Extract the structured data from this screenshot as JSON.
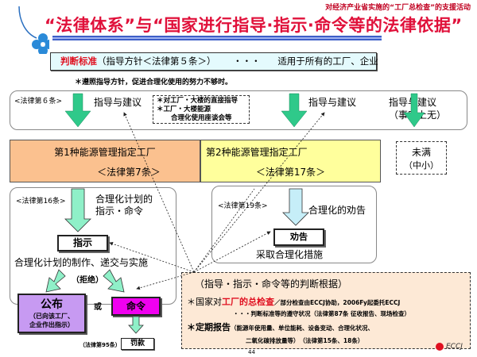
{
  "header": {
    "caption": "对经济产业省实施的“工厂总检查”的支援活动",
    "title": "“法律体系”与“国家进行指导·指示·命令等的法律依据”",
    "logo_icon": "clover-icon"
  },
  "criteria": {
    "label_red": "判断标准",
    "label_rest": "（指导方针＜法律第５条＞）",
    "dots": "・・・",
    "scope": "适用于所有的工厂、企业"
  },
  "note": "＊遵照指导方针，促进合理化使用的努力不够时。",
  "guidance_row": {
    "law": "<法律第６条>",
    "item1": "指导与建议",
    "examples": [
      "＊对工厂・大楼的直接指导",
      "＊工厂・大楼能源",
      "合理化使用座谈会等"
    ],
    "item2": "指导与建议",
    "item3_line1": "指导与建议",
    "item3_line2": "（事实上无）"
  },
  "tiers": {
    "tier1_name": "第1种能源管理指定工厂",
    "tier1_law": "＜法律第7条＞",
    "tier2_name": "第2种能源管理指定工厂",
    "tier2_law": "＜法律第17条＞",
    "tier3_line1": "未满",
    "tier3_line2": "（中小）"
  },
  "tier1_flow": {
    "law": "<法律第16条>",
    "instruction_label_1": "合理化计划的",
    "instruction_label_2": "指示・命令",
    "instruction_box": "指示",
    "plan_text": "合理化计划的制作、递交与实施",
    "refuse": "（拒绝）",
    "publish": "公布",
    "publish_note_1": "（已向该工厂、",
    "publish_note_2": "企业作出指示）",
    "or": "或",
    "order": "命令",
    "fine_law": "（法律第95条）",
    "fine": "罚款"
  },
  "tier2_flow": {
    "law": "<法律第19条>",
    "advice_label": "合理化的劝告",
    "advice_box": "劝告",
    "action": "采取合理化措施"
  },
  "evidence": {
    "heading": "（指导・指示・命令等的判断根据）",
    "line1_prefix": "＊国家对",
    "line1_red": "工厂的总检查",
    "line1_rest": "／部分检查由ECCJ协助，2006Fy起委托ECCJ",
    "line2": "・・・判断标准等的遵守状况（法律第87条 征收报告、现场检查）",
    "line3_prefix": "＊定期报告",
    "line3_rest": "（能源年使用量、单位能耗、设备变动、合理化状况、",
    "line4": "二氧化碳排放量等）　（法律第15条、18条）"
  },
  "footer": {
    "page": "44",
    "logo_text": "ECCJ"
  },
  "colors": {
    "title_red": "#e0103a",
    "arrow_green": "#2fc98a",
    "arrow_light": "#8ff0c8",
    "arrow_blue": "#c6eef8",
    "publish_purple": "#c79af2",
    "order_magenta": "#f000f0",
    "tier1": "#fbc18f",
    "tier2": "#ffff9c",
    "evidence_bg": "#fde9d6"
  }
}
